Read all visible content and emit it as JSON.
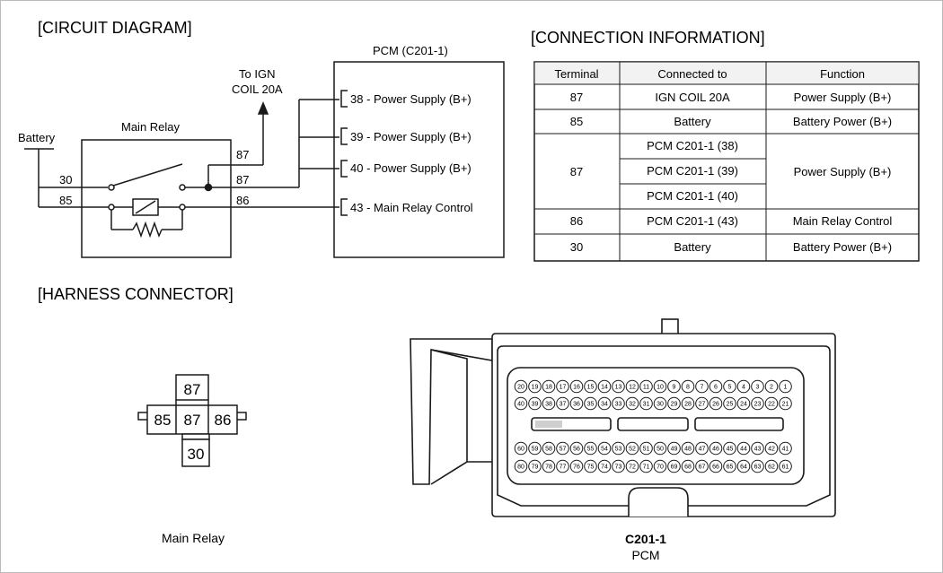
{
  "sections": {
    "circuit": "[CIRCUIT DIAGRAM]",
    "connection": "[CONNECTION INFORMATION]",
    "harness": "[HARNESS CONNECTOR]"
  },
  "circuit": {
    "battery": "Battery",
    "relay_title": "Main Relay",
    "to_ign_line1": "To IGN",
    "to_ign_line2": "COIL 20A",
    "pcm_title": "PCM (C201-1)",
    "relay_pins": {
      "left_top": "30",
      "left_bottom": "85",
      "right_top": "87",
      "right_mid": "87",
      "right_bottom": "86"
    },
    "pcm_pins": [
      "38 - Power Supply (B+)",
      "39 - Power Supply (B+)",
      "40 - Power Supply (B+)",
      "43 - Main Relay Control"
    ]
  },
  "connection_table": {
    "headers": [
      "Terminal",
      "Connected to",
      "Function"
    ],
    "rows": [
      {
        "terminal": "87",
        "connected": [
          "IGN COIL 20A"
        ],
        "function": "Power Supply (B+)"
      },
      {
        "terminal": "85",
        "connected": [
          "Battery"
        ],
        "function": "Battery Power (B+)"
      },
      {
        "terminal": "87",
        "connected": [
          "PCM C201-1 (38)",
          "PCM C201-1 (39)",
          "PCM C201-1 (40)"
        ],
        "function": "Power Supply (B+)"
      },
      {
        "terminal": "86",
        "connected": [
          "PCM C201-1 (43)"
        ],
        "function": "Main Relay Control"
      },
      {
        "terminal": "30",
        "connected": [
          "Battery"
        ],
        "function": "Battery Power (B+)"
      }
    ]
  },
  "harness": {
    "relay_pins": {
      "top": "87",
      "left": "85",
      "center": "87",
      "right": "86",
      "bottom": "30"
    },
    "relay_caption": "Main Relay",
    "pcm_code": "C201-1",
    "pcm_caption": "PCM",
    "pcm_rows": [
      [
        "20",
        "19",
        "18",
        "17",
        "16",
        "15",
        "14",
        "13",
        "12",
        "11",
        "10",
        "9",
        "8",
        "7",
        "6",
        "5",
        "4",
        "3",
        "2",
        "1"
      ],
      [
        "40",
        "39",
        "38",
        "37",
        "36",
        "35",
        "34",
        "33",
        "32",
        "31",
        "30",
        "29",
        "28",
        "27",
        "26",
        "25",
        "24",
        "23",
        "22",
        "21"
      ],
      [
        "60",
        "59",
        "58",
        "57",
        "56",
        "55",
        "54",
        "53",
        "52",
        "51",
        "50",
        "49",
        "48",
        "47",
        "46",
        "45",
        "44",
        "43",
        "42",
        "41"
      ],
      [
        "80",
        "79",
        "78",
        "77",
        "76",
        "75",
        "74",
        "73",
        "72",
        "71",
        "70",
        "69",
        "68",
        "67",
        "66",
        "65",
        "64",
        "63",
        "62",
        "61"
      ]
    ]
  }
}
